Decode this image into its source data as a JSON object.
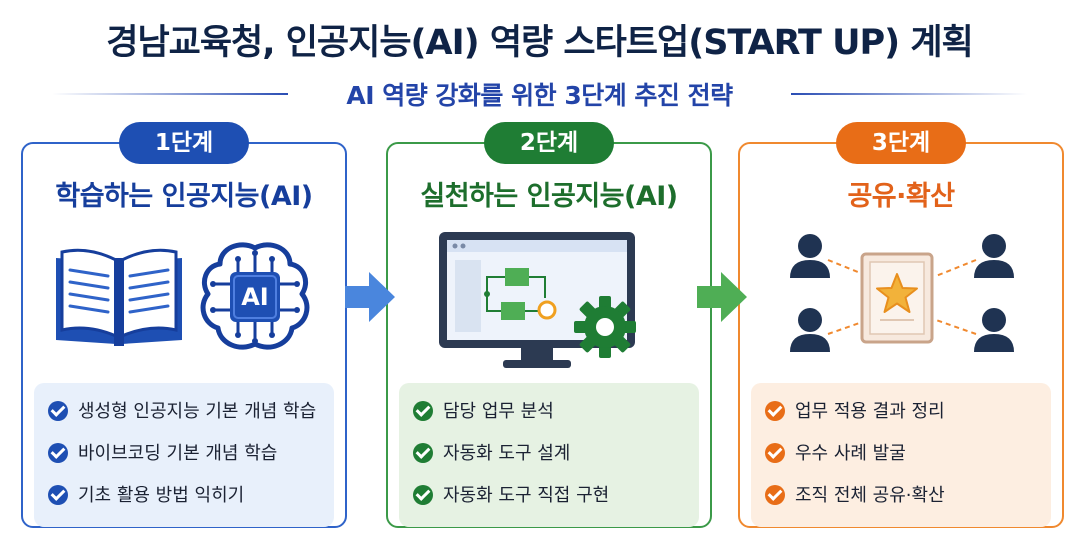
{
  "header": {
    "title": "경남교육청, 인공지능(AI) 역량 스타트업(START UP) 계획",
    "subtitle": "AI 역량 강화를 위한 3단계 추진 전략"
  },
  "colors": {
    "blue": "#1e4fb3",
    "green": "#1f7d34",
    "orange": "#e86d17"
  },
  "stages": [
    {
      "badge": "1단계",
      "title": "학습하는 인공지능(AI)",
      "chip_label": "AI",
      "icons": [
        "open-book-icon",
        "ai-brain-icon"
      ],
      "items": [
        "생성형 인공지능 기본 개념 학습",
        "바이브코딩 기본 개념 학습",
        "기초 활용 방법 익히기"
      ]
    },
    {
      "badge": "2단계",
      "title": "실천하는 인공지능(AI)",
      "icons": [
        "monitor-workflow-icon",
        "gear-icon"
      ],
      "items": [
        "담당 업무 분석",
        "자동화 도구 설계",
        "자동화 도구 직접 구현"
      ]
    },
    {
      "badge": "3단계",
      "title": "공유·확산",
      "icons": [
        "people-network-icon",
        "star-document-icon"
      ],
      "items": [
        "업무 적용 결과 정리",
        "우수 사례 발굴",
        "조직 전체 공유·확산"
      ]
    }
  ]
}
